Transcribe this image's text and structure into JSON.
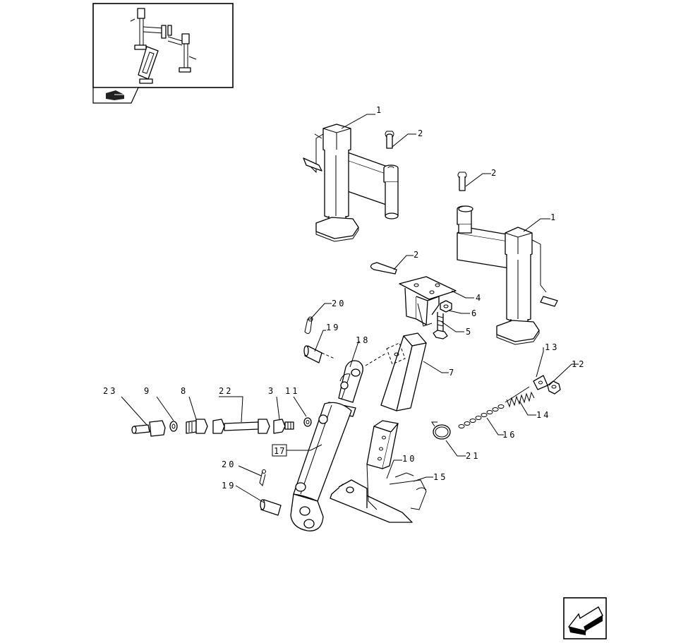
{
  "callouts": [
    {
      "id": "c1a",
      "text": "1"
    },
    {
      "id": "c1b",
      "text": "1"
    },
    {
      "id": "c2a",
      "text": "2"
    },
    {
      "id": "c2b",
      "text": "2"
    },
    {
      "id": "c2c",
      "text": "2"
    },
    {
      "id": "c3",
      "text": "3"
    },
    {
      "id": "c4",
      "text": "4"
    },
    {
      "id": "c5",
      "text": "5"
    },
    {
      "id": "c6",
      "text": "6"
    },
    {
      "id": "c7",
      "text": "7"
    },
    {
      "id": "c8",
      "text": "8"
    },
    {
      "id": "c9",
      "text": "9"
    },
    {
      "id": "c10",
      "text": "10"
    },
    {
      "id": "c11",
      "text": "11"
    },
    {
      "id": "c12",
      "text": "12"
    },
    {
      "id": "c13",
      "text": "13"
    },
    {
      "id": "c14",
      "text": "14"
    },
    {
      "id": "c15",
      "text": "15"
    },
    {
      "id": "c16",
      "text": "16"
    },
    {
      "id": "c17",
      "text": "17"
    },
    {
      "id": "c18",
      "text": "18"
    },
    {
      "id": "c19a",
      "text": "19"
    },
    {
      "id": "c19b",
      "text": "19"
    },
    {
      "id": "c20a",
      "text": "20"
    },
    {
      "id": "c20b",
      "text": "20"
    },
    {
      "id": "c21",
      "text": "21"
    },
    {
      "id": "c22",
      "text": "22"
    },
    {
      "id": "c23",
      "text": "23"
    }
  ],
  "icons": {
    "thumbnail": "assembly-thumbnail-icon",
    "book": "book-icon",
    "next": "next-page-arrow-icon"
  },
  "colors": {
    "line": "#000000",
    "background": "#ffffff"
  }
}
